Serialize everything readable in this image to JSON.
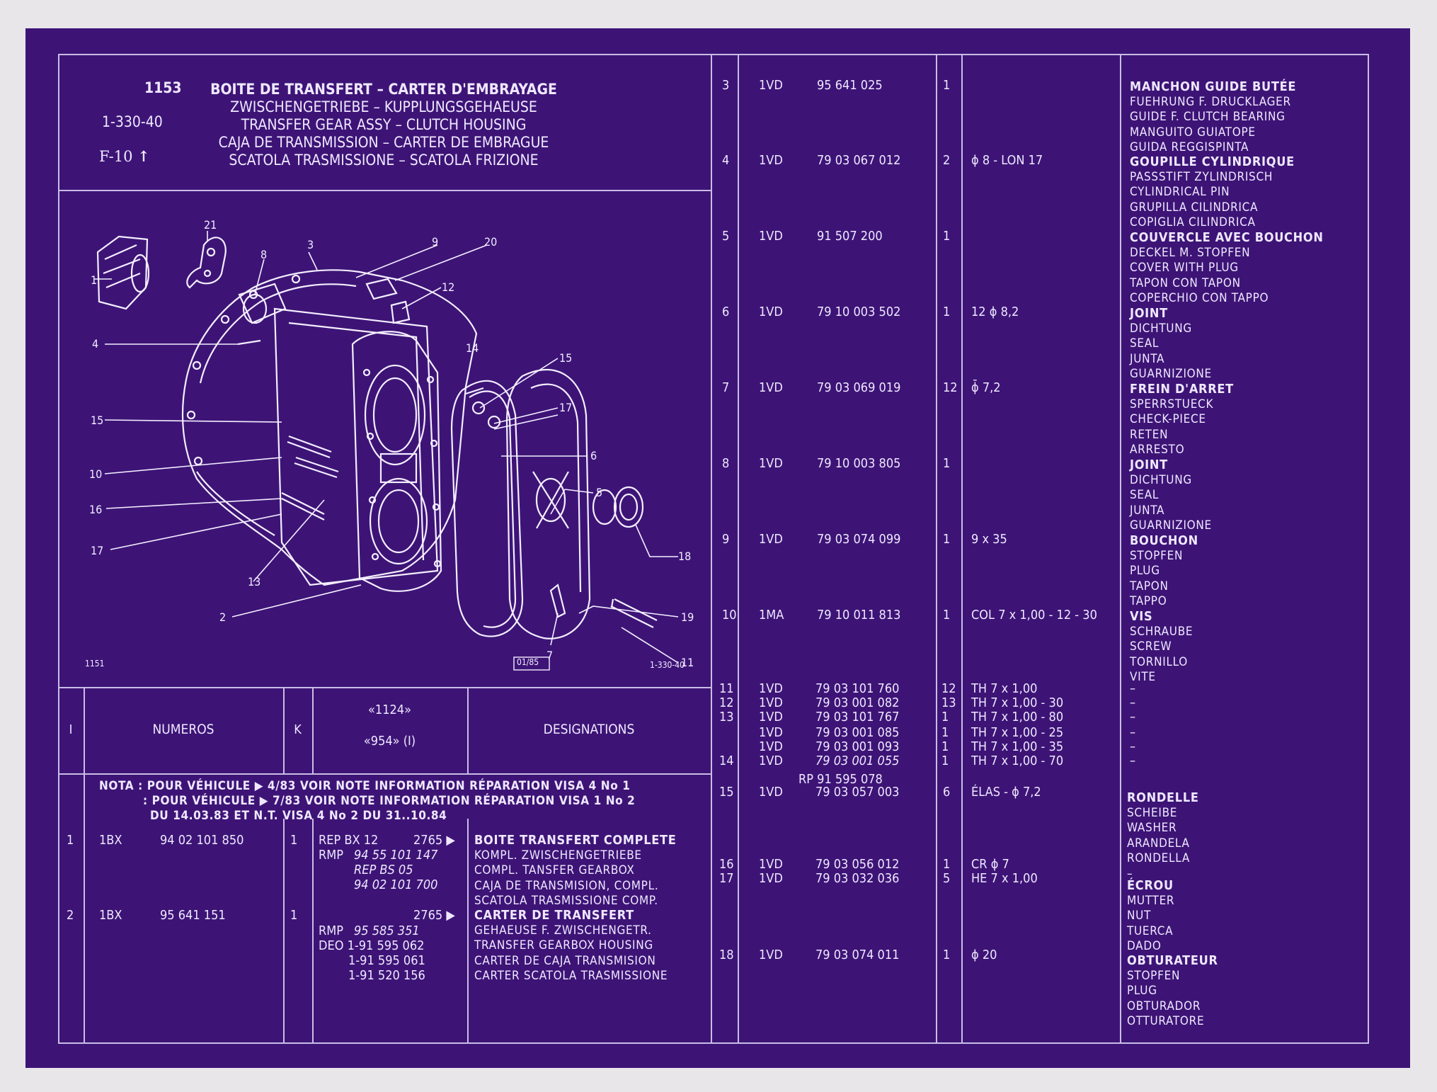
{
  "header": {
    "page_number": "1153",
    "group_code": "1-330-40",
    "ref": "F-10",
    "ref_arrow": "↑",
    "titles": [
      "BOITE DE TRANSFERT – CARTER D'EMBRAYAGE",
      "ZWISCHENGETRIEBE – KUPPLUNGSGEHAEUSE",
      "TRANSFER GEAR ASSY – CLUTCH HOUSING",
      "CAJA DE TRANSMISSION – CARTER DE EMBRAGUE",
      "SCATOLA TRASMISSIONE – SCATOLA FRIZIONE"
    ]
  },
  "diagram": {
    "corner_left": "1151",
    "corner_right": "1-330-40",
    "date_box": "01/85",
    "callouts": [
      "1",
      "2",
      "3",
      "4",
      "5",
      "6",
      "7",
      "8",
      "9",
      "10",
      "11",
      "12",
      "13",
      "14",
      "15",
      "16",
      "17",
      "18",
      "19",
      "20",
      "21"
    ]
  },
  "table_header": {
    "col_index": "I",
    "col_numeros": "NUMEROS",
    "col_k": "K",
    "col_model_1": "«1124»",
    "col_model_2": "«954» (I)",
    "col_designations": "DESIGNATIONS"
  },
  "notes": [
    "NOTA : POUR VÉHICULE ▶ 4/83 VOIR NOTE INFORMATION RÉPARATION VISA 4 No 1",
    ": POUR VÉHICULE ▶ 7/83 VOIR NOTE INFORMATION RÉPARATION VISA 1 No 2",
    "DU 14.03.83 ET N.T. VISA 4 No 2 DU 31..10.84"
  ],
  "left_items": [
    {
      "index": "1",
      "code": "1BX",
      "part": "94 02 101 850",
      "qty": "1",
      "refs": [
        "REP BX 12",
        "RMP",
        "",
        ""
      ],
      "refs_it": [
        "",
        "94 55 101 147",
        "REP BS 05",
        "94 02 101 700",
        ""
      ],
      "price": "2765 ▶",
      "desc": [
        "BOITE TRANSFERT COMPLETE",
        "KOMPL. ZWISCHENGETRIEBE",
        "COMPL. TANSFER GEARBOX",
        "CAJA DE TRANSMISION, COMPL.",
        "SCATOLA TRASMISSIONE COMP."
      ]
    },
    {
      "index": "2",
      "code": "1BX",
      "part": "95 641 151",
      "qty": "1",
      "refs": [
        "RMP",
        "DEO 1-91 595 062",
        "1-91 595 061",
        "1-91 520 156"
      ],
      "refs_it": [
        "95 585 351"
      ],
      "price": "2765 ▶",
      "desc": [
        "CARTER DE TRANSFERT",
        "GEHAEUSE F. ZWISCHENGETR.",
        "TRANSFER GEARBOX HOUSING",
        "CARTER DE CAJA TRANSMISION",
        "CARTER SCATOLA TRASMISSIONE"
      ]
    }
  ],
  "right_items": [
    {
      "index": "3",
      "code": "1VD",
      "part": "95 641 025",
      "qty": "1",
      "spec": "",
      "desc": [
        "MANCHON GUIDE BUTÉE",
        "FUEHRUNG F. DRUCKLAGER",
        "GUIDE F. CLUTCH BEARING",
        "MANGUITO GUIATOPE",
        "GUIDA REGGISPINTA"
      ]
    },
    {
      "index": "4",
      "code": "1VD",
      "part": "79 03 067 012",
      "qty": "2",
      "spec": "ϕ 8 - LON 17",
      "desc": [
        "GOUPILLE CYLINDRIQUE",
        "PASSSTIFT ZYLINDRISCH",
        "CYLINDRICAL PIN",
        "GRUPILLA CILINDRICA",
        "COPIGLIA CILINDRICA"
      ]
    },
    {
      "index": "5",
      "code": "1VD",
      "part": "91 507 200",
      "qty": "1",
      "spec": "",
      "desc": [
        "COUVERCLE AVEC BOUCHON",
        "DECKEL M. STOPFEN",
        "COVER WITH PLUG",
        "TAPON CON TAPON",
        "COPERCHIO CON TAPPO"
      ]
    },
    {
      "index": "6",
      "code": "1VD",
      "part": "79 10 003 502",
      "qty": "1",
      "spec": "12 ϕ 8,2",
      "desc": [
        "JOINT",
        "DICHTUNG",
        "SEAL",
        "JUNTA",
        "GUARNIZIONE"
      ]
    },
    {
      "index": "7",
      "code": "1VD",
      "part": "79 03 069 019",
      "qty": "12",
      "spec": "ϕ̄ 7,2",
      "desc": [
        "FREIN D'ARRET",
        "SPERRSTUECK",
        "CHECK-PIECE",
        "RETEN",
        "ARRESTO"
      ]
    },
    {
      "index": "8",
      "code": "1VD",
      "part": "79 10 003 805",
      "qty": "1",
      "spec": "",
      "desc": [
        "JOINT",
        "DICHTUNG",
        "SEAL",
        "JUNTA",
        "GUARNIZIONE"
      ]
    },
    {
      "index": "9",
      "code": "1VD",
      "part": "79 03 074 099",
      "qty": "1",
      "spec": "9 x 35",
      "desc": [
        "BOUCHON",
        "STOPFEN",
        "PLUG",
        "TAPON",
        "TAPPO"
      ]
    },
    {
      "index": "10",
      "code": "1MA",
      "part": "79 10 011 813",
      "qty": "1",
      "spec": "COL 7 x 1,00 - 12 - 30",
      "desc": [
        "VIS",
        "SCHRAUBE",
        "SCREW",
        "TORNILLO",
        "VITE"
      ]
    }
  ],
  "screw_rows": [
    {
      "index": "11",
      "code": "1VD",
      "part": "79 03 101 760",
      "qty": "12",
      "spec": "TH 7 x 1,00",
      "desc": "–"
    },
    {
      "index": "12",
      "code": "1VD",
      "part": "79 03 001 082",
      "qty": "13",
      "spec": "TH 7 x 1,00 - 30",
      "desc": "–"
    },
    {
      "index": "13",
      "code": "1VD",
      "part": "79 03 101 767",
      "qty": "1",
      "spec": "TH 7 x 1,00 - 80",
      "desc": "–"
    },
    {
      "index": "",
      "code": "1VD",
      "part": "79 03 001 085",
      "qty": "1",
      "spec": "TH 7 x 1,00 - 25",
      "desc": "–"
    },
    {
      "index": "",
      "code": "1VD",
      "part": "79 03 001 093",
      "qty": "1",
      "spec": "TH 7 x 1,00 - 35",
      "desc": "–"
    },
    {
      "index": "14",
      "code": "1VD",
      "part": "79 03 001 055",
      "qty": "1",
      "spec": "TH 7 x 1,00 - 70",
      "desc": "–"
    }
  ],
  "rp_note": "RP 91 595 078",
  "tail_items": [
    {
      "index": "15",
      "code": "1VD",
      "part": "79 03 057 003",
      "qty": "6",
      "spec": "ÉLAS - ϕ 7,2"
    },
    {
      "index": "16",
      "code": "1VD",
      "part": "79 03 056 012",
      "qty": "1",
      "spec": "CR ϕ 7"
    },
    {
      "index": "17",
      "code": "1VD",
      "part": "79 03 032 036",
      "qty": "5",
      "spec": "HE 7 x 1,00"
    },
    {
      "index": "18",
      "code": "1VD",
      "part": "79 03 074 011",
      "qty": "1",
      "spec": "ϕ 20"
    }
  ],
  "tail_desc": {
    "rondelle": [
      "RONDELLE",
      "SCHEIBE",
      "WASHER",
      "ARANDELA",
      "RONDELLA",
      "–"
    ],
    "ecrou": [
      "ÉCROU",
      "MUTTER",
      "NUT",
      "TUERCA",
      "DADO"
    ],
    "obturateur": [
      "OBTURATEUR",
      "STOPFEN",
      "PLUG",
      "OBTURADOR",
      "OTTURATORE"
    ]
  },
  "colors": {
    "sheet": "#3d1476",
    "lines": "#c9bde6",
    "text": "#efe8ff"
  }
}
